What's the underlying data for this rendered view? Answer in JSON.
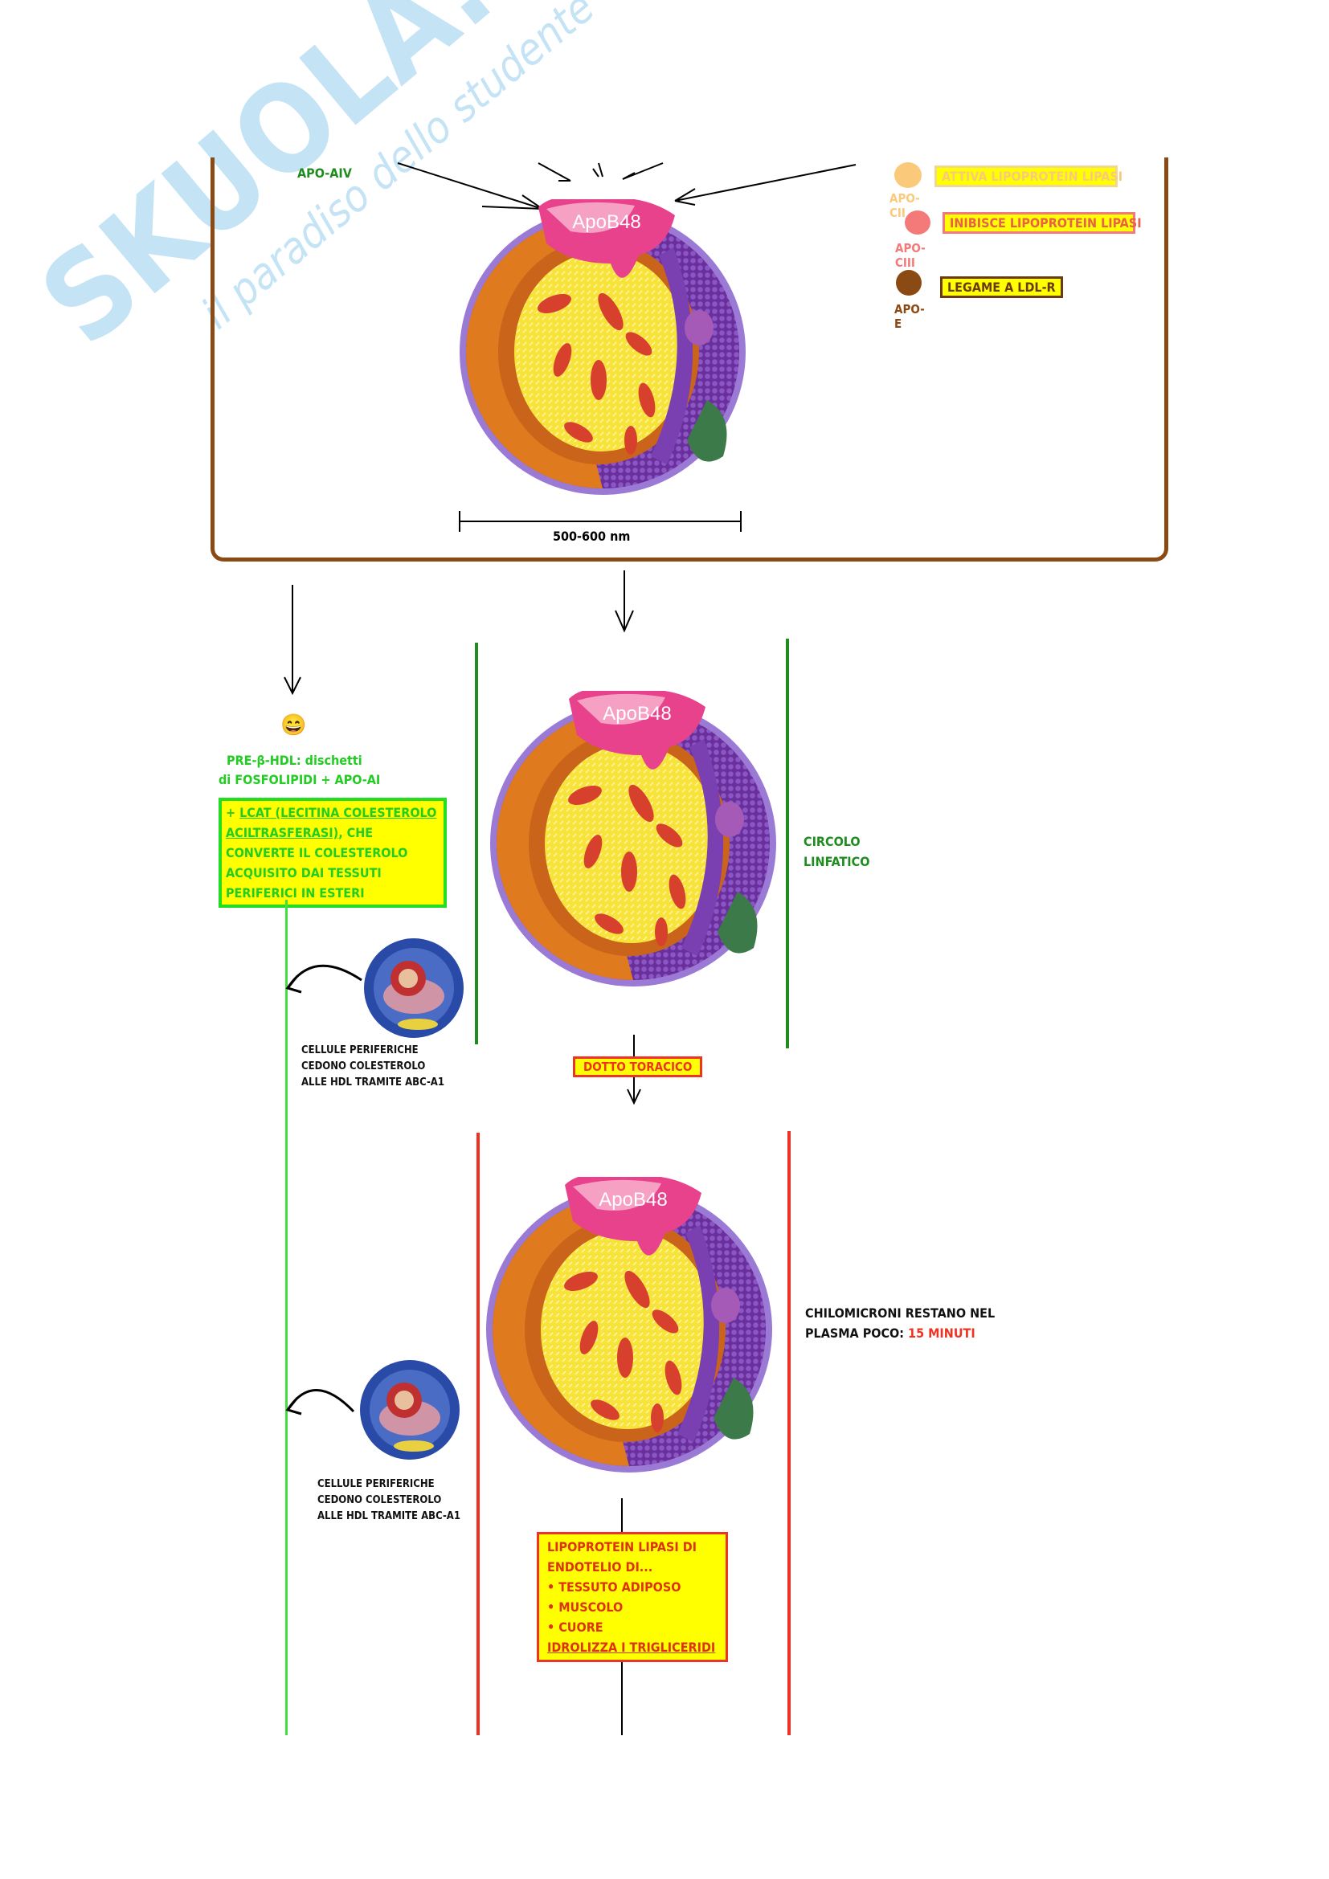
{
  "watermark": {
    "brand": "SKUOLA.net",
    "tagline": "il paradiso dello studente"
  },
  "top_panel": {
    "apo_aiv_label": "APO-AIV",
    "particle_label": "ApoB48",
    "scale_label": "500-600 nm",
    "legend": [
      {
        "name": "APO-CII",
        "text": "ATTIVA LIPOPROTEIN LIPASI",
        "color": "#fbc97a"
      },
      {
        "name": "APO-CIII",
        "text": "INIBISCE LIPOPROTEIN LIPASI",
        "color": "#f47a7a"
      },
      {
        "name": "APO-E",
        "text": "LEGAME A LDL-R",
        "color": "#8b4a14"
      }
    ]
  },
  "hdl": {
    "emoji": "😄",
    "title_line1": "PRE-β-HDL: dischetti",
    "title_line2": "di FOSFOLIPIDI + APO-AI",
    "box_prefix": "+ ",
    "box_underlined": "LCAT (LECITINA COLESTEROLO ACILTRASFERASI)",
    "box_rest": ", CHE CONVERTE IL COLESTEROLO ACQUISITO DAI TESSUTI PERIFERICI IN ESTERI",
    "cell_caption_1": [
      "CELLULE PERIFERICHE",
      "CEDONO COLESTEROLO",
      "ALLE HDL TRAMITE ABC-A1"
    ],
    "cell_caption_2": [
      "CELLULE PERIFERICHE",
      "CEDONO COLESTEROLO",
      "ALLE HDL TRAMITE ABC-A1"
    ]
  },
  "lymph": {
    "particle_label": "ApoB48",
    "label_line1": "CIRCOLO",
    "label_line2": "LINFATICO",
    "duct_label": "DOTTO TORACICO"
  },
  "plasma": {
    "particle_label": "ApoB48",
    "note_line1": "CHILOMICRONI RESTANO NEL",
    "note_line2_prefix": "PLASMA POCO: ",
    "note_highlight": "15 MINUTI",
    "lpl_box": {
      "line1": "LIPOPROTEIN LIPASI DI",
      "line2": "ENDOTELIO DI...",
      "items": [
        "• TESSUTO ADIPOSO",
        "• MUSCOLO",
        "• CUORE"
      ],
      "footer": "IDROLIZZA I TRIGLICERIDI"
    }
  },
  "colors": {
    "brown": "#8b4a14",
    "green": "#1e8c1e",
    "lime": "#22dd22",
    "red": "#ee3322",
    "yellow": "#ffff00"
  }
}
